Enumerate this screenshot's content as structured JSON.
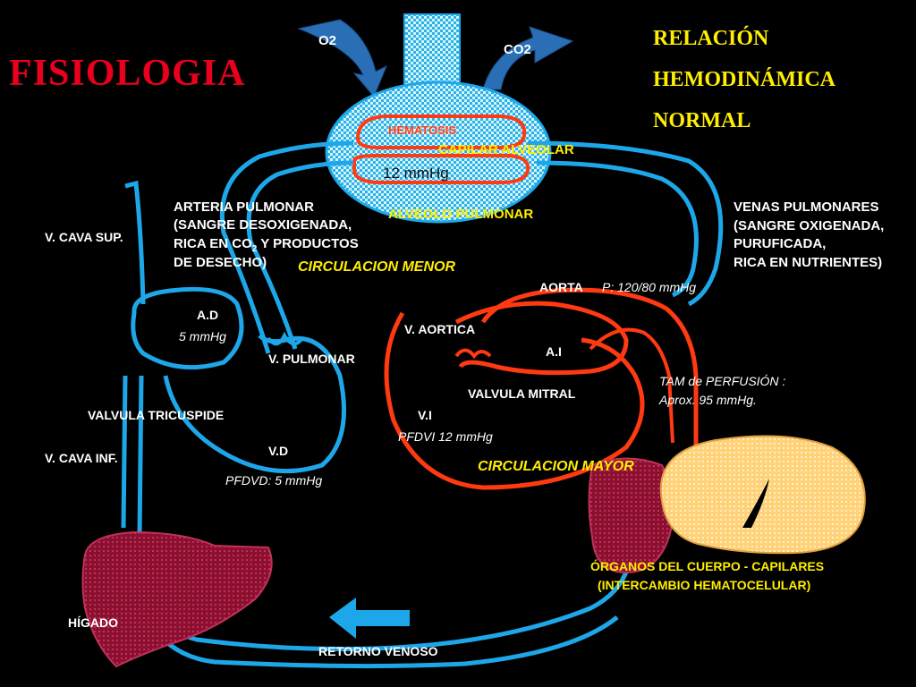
{
  "title": "FISIOLOGIA",
  "heading": {
    "line1": "RELACIÓN",
    "line2": "HEMODINÁMICA",
    "line3": "NORMAL"
  },
  "gases": {
    "o2": "O2",
    "co2": "CO2"
  },
  "lung": {
    "hematosis": "HEMATOSIS",
    "capilar": "CAPILAR ALVEOLAR",
    "pressure": "12 mmHg",
    "alveolo": "ALVEOLO PULMONAR"
  },
  "arteria_pulmonar": {
    "line1": "ARTERIA PULMONAR",
    "line2": "(SANGRE DESOXIGENADA,",
    "line3_a": "RICA EN CO",
    "line3_sub": "2",
    "line3_b": " Y PRODUCTOS",
    "line4": "DE DESECHO)"
  },
  "venas_pulmonares": {
    "line1": "VENAS PULMONARES",
    "line2": "(SANGRE OXIGENADA,",
    "line3": "PURUFICADA,",
    "line4": "RICA EN NUTRIENTES)"
  },
  "labels": {
    "vcava_sup": "V. CAVA SUP.",
    "vcava_inf": "V. CAVA INF.",
    "circ_menor": "CIRCULACION MENOR",
    "circ_mayor": "CIRCULACION MAYOR",
    "aorta": "AORTA",
    "aorta_p": "P: 120/80 mmHg",
    "ad": "A.D",
    "ad_p": "5 mmHg",
    "v_aortica": "V. AORTICA",
    "ai": "A.I",
    "v_pulmonar": "V. PULMONAR",
    "tam1": "TAM de PERFUSIÓN :",
    "tam2": "Aprox. 95 mmHg.",
    "valv_mitral": "VALVULA MITRAL",
    "valv_tricuspide": "VALVULA TRICUSPIDE",
    "vi": "V.I",
    "pfdvi": "PFDVI 12 mmHg",
    "vd": "V.D",
    "pfdvd": "PFDVD: 5 mmHg",
    "organos1": "ÓRGANOS DEL CUERPO - CAPILARES",
    "organos2": "(INTERCAMBIO HEMATOCELULAR)",
    "higado": "HÍGADO",
    "retorno": "RETORNO VENOSO"
  },
  "colors": {
    "background": "#000000",
    "vessel_blue": "#1ea7e8",
    "vessel_red": "#ff3a12",
    "title_red": "#e8001c",
    "yellow_text": "#ffee00",
    "liver": "#8a1030",
    "organ_yellow": "#ffd27a"
  }
}
